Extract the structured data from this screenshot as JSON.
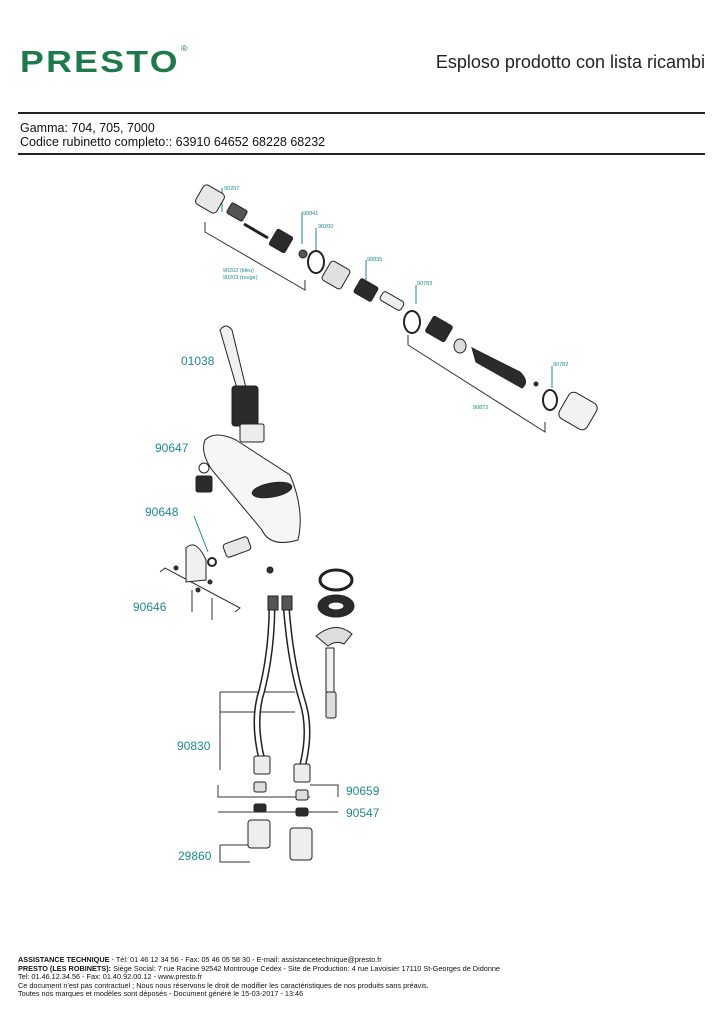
{
  "header": {
    "brand": "PRESTO",
    "registered": "®",
    "title": "Esploso prodotto con lista ricambi"
  },
  "meta": {
    "gamma": "Gamma: 704, 705, 7000",
    "codice": "Codice rubinetto completo:: 63910  64652  68228  68232"
  },
  "diagram": {
    "small_labels": {
      "p90207": "90207",
      "p90841": "90841",
      "p90200": "90200",
      "p90202": "90202 (bleu)",
      "p90203": "90203 (rouge)",
      "p90835": "90835",
      "p90783": "90783",
      "p90782": "90782",
      "p90872": "90872"
    },
    "large_labels": {
      "p01038": "01038",
      "p90647": "90647",
      "p90648": "90648",
      "p90646": "90646",
      "p90830": "90830",
      "p90659": "90659",
      "p90547": "90547",
      "p29860": "29860"
    },
    "colors": {
      "label": "#1f8a8a",
      "line": "#333333",
      "part_dark": "#2b2b2b",
      "part_light": "#e8e8e8"
    }
  },
  "footer": {
    "l1_bold": "ASSISTANCE TECHNIQUE",
    "l1_rest": " - Tél: 01 46 12 34 56 - Fax: 05 46 05 58 30 - E-mail: assistancetechnique@presto.fr",
    "l2_bold": "PRESTO (LES ROBINETS):",
    "l2_rest": " Siège Social: 7 rue Racine 92542 Montrouge Cedex - Site de Production: 4 rue Lavoisier 17110 St-Georges de Didonne",
    "l3": "Tel: 01.46.12.34.56 - Fax: 01.40.92.00.12 - www.presto.fr",
    "l4": "Ce document n'est pas contractuel ; Nous nous réservons le droit de modifier les caractéristiques de nos produits sans préavis.",
    "l5": "Toutes nos marques et modèles sont déposés - Document généré le 15-03-2017 - 13:46"
  }
}
